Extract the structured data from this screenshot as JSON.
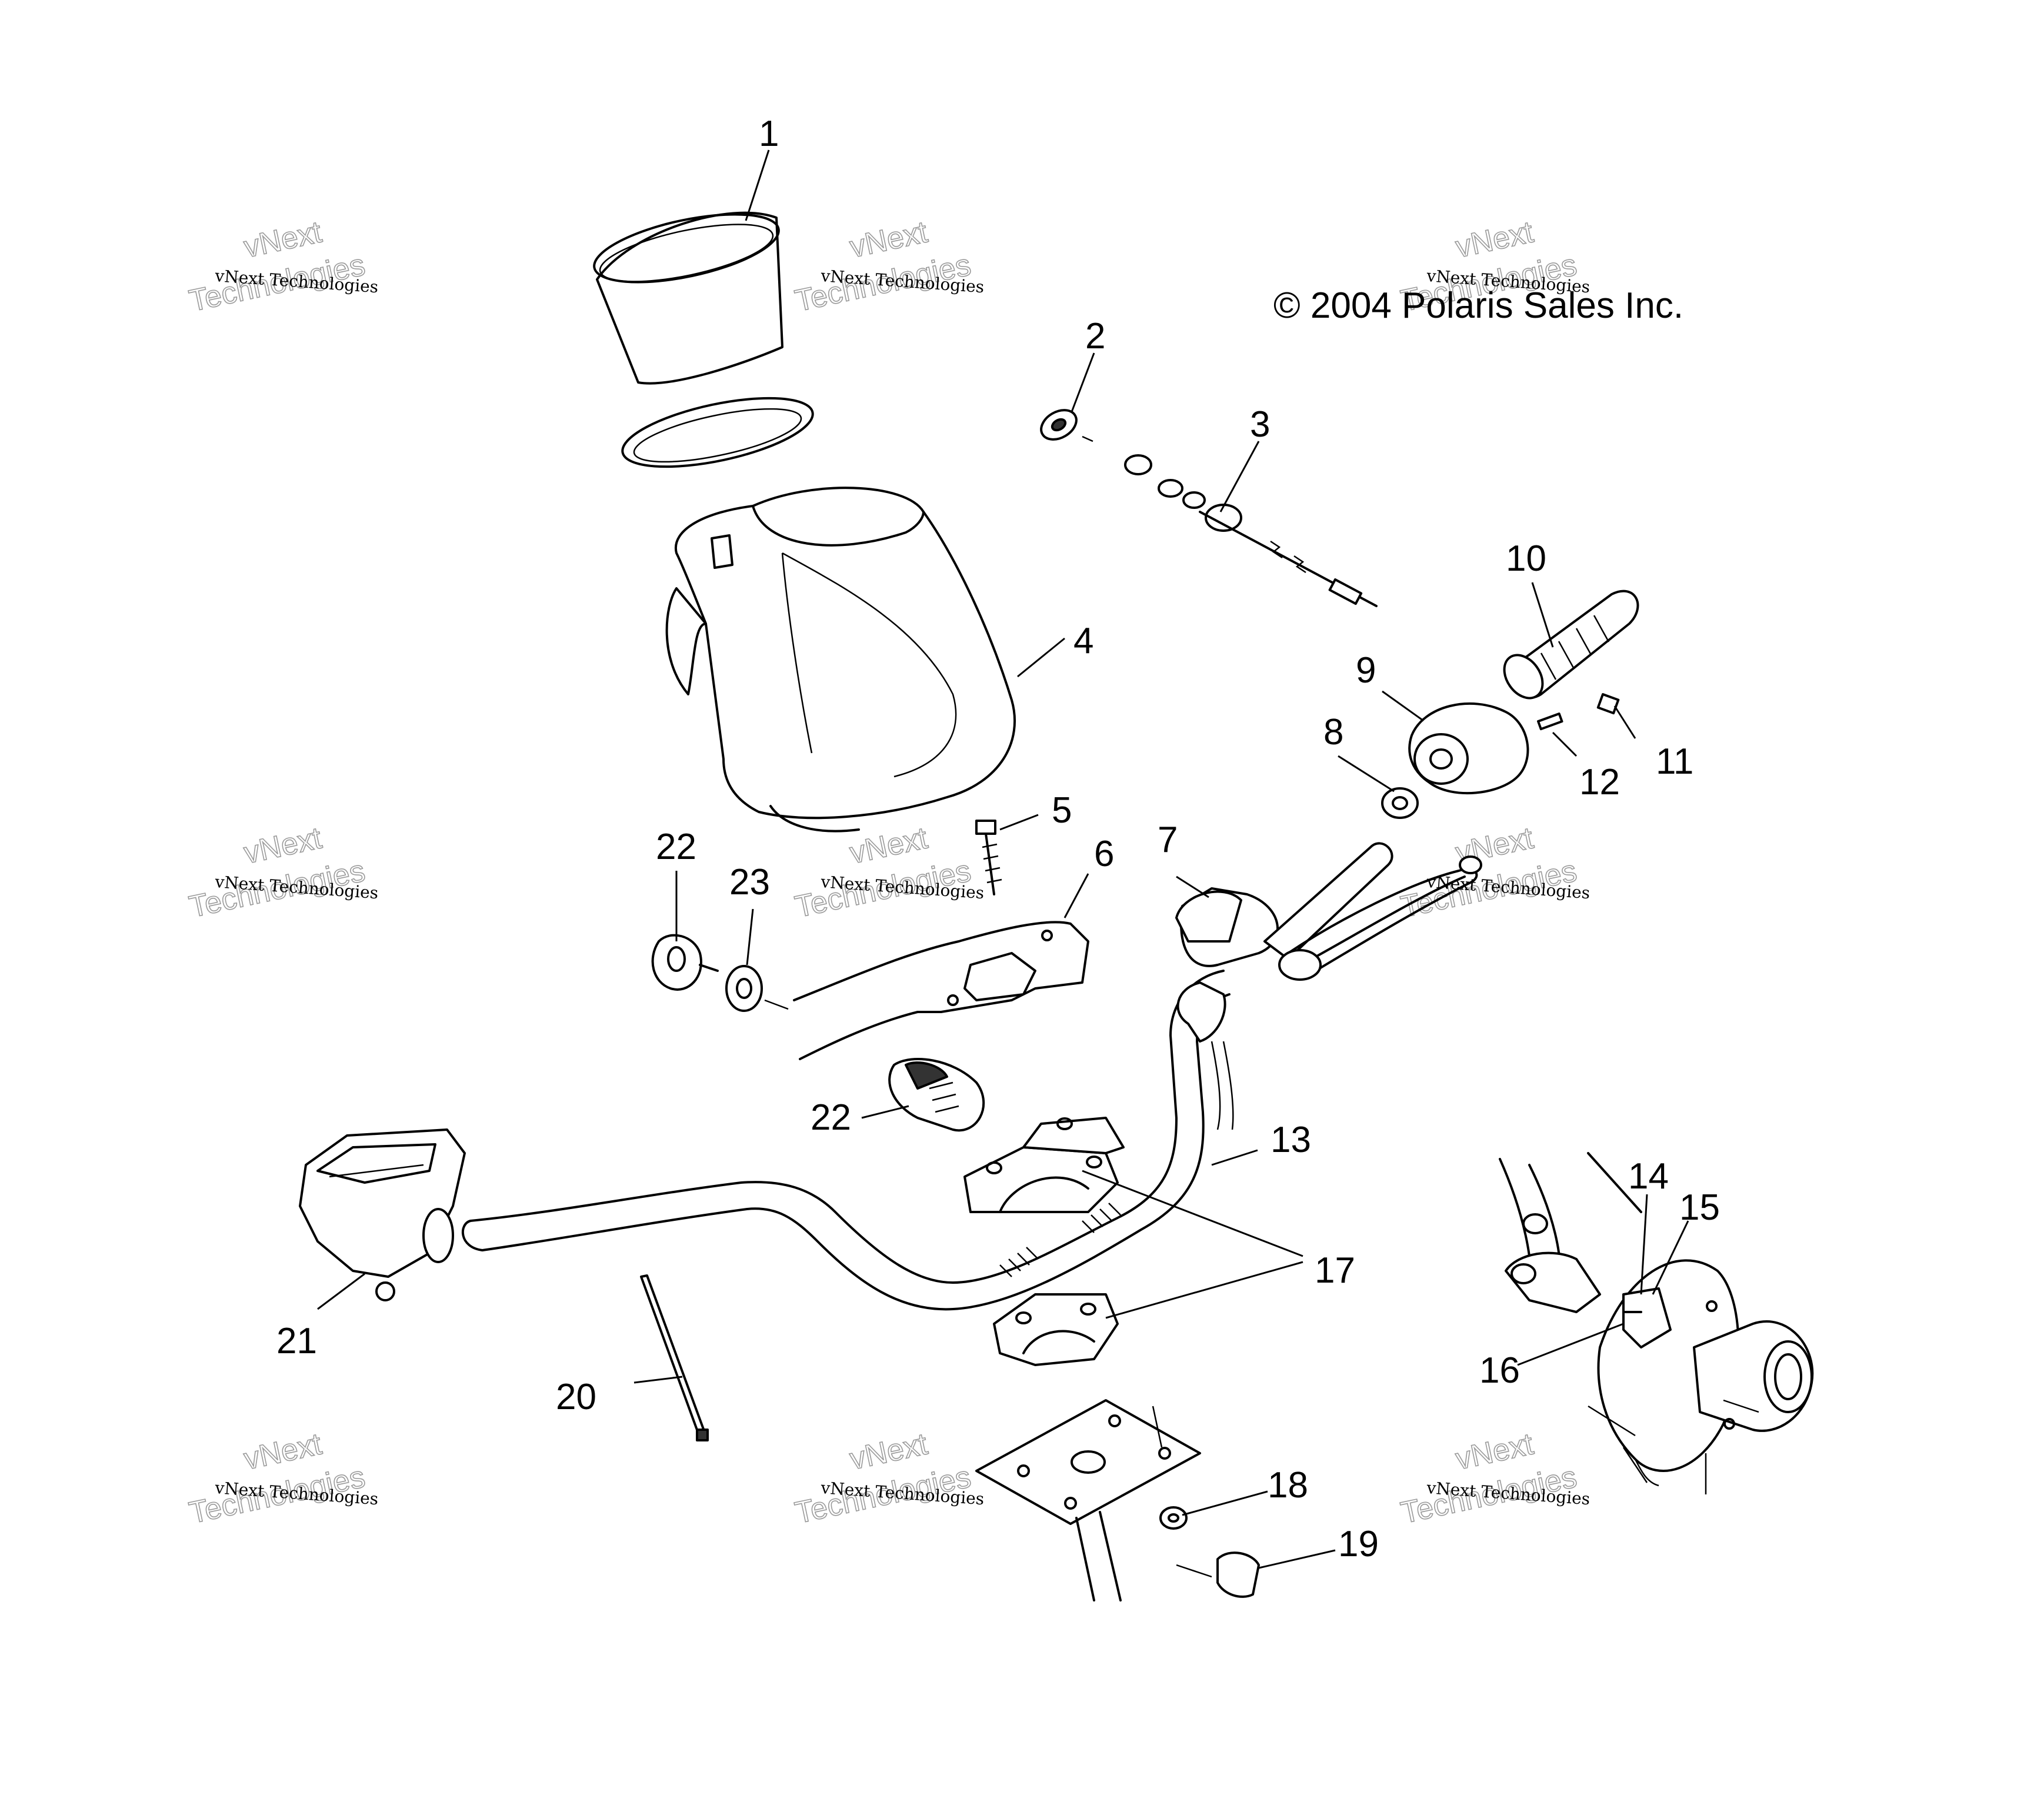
{
  "copyright": "© 2004 Polaris Sales Inc.",
  "watermark": {
    "line_small": "vNext Technologies",
    "line_big_1": "vNext",
    "line_big_2": "Technologies"
  },
  "callouts": {
    "c1": "1",
    "c2": "2",
    "c3": "3",
    "c4": "4",
    "c5": "5",
    "c6": "6",
    "c7": "7",
    "c8": "8",
    "c9": "9",
    "c10": "10",
    "c11": "11",
    "c12": "12",
    "c13": "13",
    "c14": "14",
    "c15": "15",
    "c16": "16",
    "c17": "17",
    "c18": "18",
    "c19": "19",
    "c20": "20",
    "c21": "21",
    "c22a": "22",
    "c22b": "22",
    "c23": "23"
  }
}
